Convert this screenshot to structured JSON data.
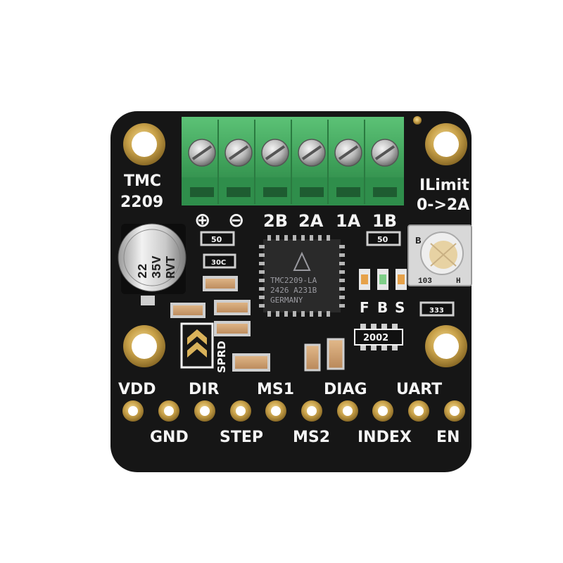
{
  "board": {
    "name_line1": "TMC",
    "name_line2": "2209",
    "current_limit_label": "ILimit",
    "current_limit_range": "0->2A",
    "sprd_label": "SPRD",
    "led_labels": [
      "F",
      "B",
      "S"
    ],
    "power_plus": "⊕",
    "power_minus": "⊖",
    "motor_labels": [
      "2B",
      "2A",
      "1A",
      "1B"
    ]
  },
  "chip": {
    "line1": "TMC2209-LA",
    "line2": "2426  A231B",
    "line3": "GERMANY"
  },
  "capacitor": {
    "line1": "22",
    "line2": "35V",
    "line3": "RVT"
  },
  "components": {
    "res_top_left": "50",
    "res_top_right": "50",
    "res_30c": "30C",
    "res_333": "333",
    "res_2002": "2002",
    "pot_label_left": "B",
    "pot_label_bottom": "103",
    "pot_label_h": "H"
  },
  "pins": {
    "top_row": [
      "VDD",
      "DIR",
      "MS1",
      "DIAG",
      "UART"
    ],
    "bottom_row": [
      "GND",
      "STEP",
      "MS2",
      "INDEX",
      "EN"
    ]
  },
  "colors": {
    "pcb": "#161616",
    "terminal_block": "#3ea35a",
    "gold": "#c9a24a",
    "silkscreen": "#f4f4f4"
  }
}
